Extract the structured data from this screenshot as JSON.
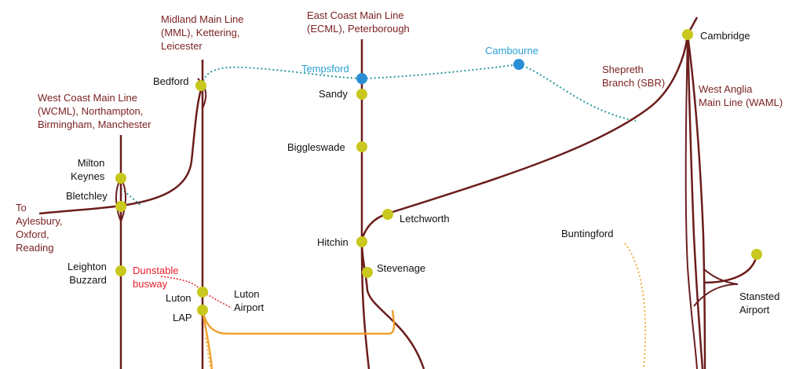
{
  "colors": {
    "main_line": "#6b1d1d",
    "station": "#c8c81e",
    "new_station": "#2a8fd6",
    "east_west_rail": "#2a9a9a",
    "orange_line": "#f0a030",
    "dotted_orange": "#f0b040",
    "busway": "#e8202a",
    "line_label": "#7a1f1f",
    "station_label": "#111111",
    "new_label": "#2a9fd6",
    "bus_label": "#e8202a"
  },
  "line_labels": {
    "mml": "Midland Main Line\n(MML), Kettering,\nLeicester",
    "ecml": "East Coast Main Line\n(ECML), Peterborough",
    "wcml": "West Coast Main Line\n(WCML), Northampton,\nBirmingham, Manchester",
    "sbr": "Shepreth\nBranch (SBR)",
    "waml": "West Anglia\nMain Line (WAML)",
    "aylesbury": "To\nAylesbury,\nOxford,\nReading",
    "busway": "Dunstable\nbusway"
  },
  "stations": {
    "bedford": "Bedford",
    "sandy": "Sandy",
    "biggleswade": "Biggleswade",
    "milton_keynes": "Milton\nKeynes",
    "bletchley": "Bletchley",
    "leighton_buzzard": "Leighton\nBuzzard",
    "luton": "Luton",
    "luton_airport": "Luton\nAirport",
    "lap": "LAP",
    "hitchin": "Hitchin",
    "letchworth": "Letchworth",
    "stevenage": "Stevenage",
    "cambridge": "Cambridge",
    "buntingford": "Buntingford",
    "stansted_airport": "Stansted\nAirport"
  },
  "new_stations": {
    "tempsford": "Tempsford",
    "cambourne": "Cambourne"
  }
}
